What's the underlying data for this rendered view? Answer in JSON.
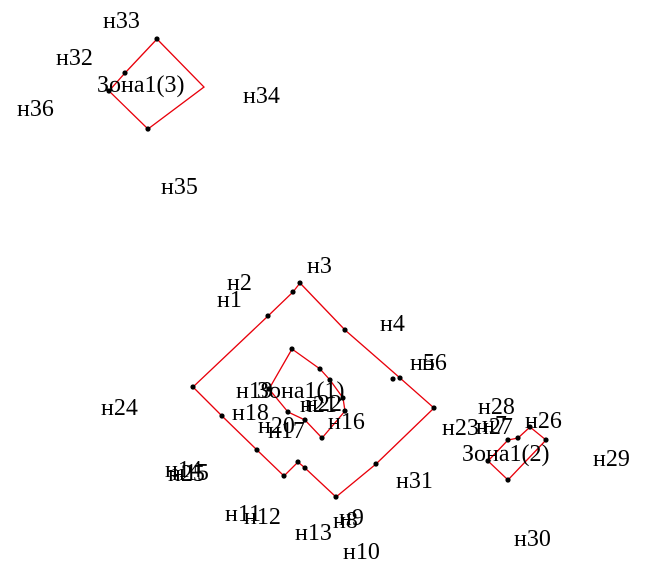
{
  "colors": {
    "boundary": "#e8000b",
    "point": "#000000",
    "text": "#000000"
  },
  "zones": [
    {
      "id": "zone-top",
      "label": "Зона1(3)",
      "points": [
        [
          "н33"
        ],
        [
          "н34"
        ],
        [
          "н35"
        ],
        [
          "н36"
        ]
      ]
    },
    {
      "id": "zone-main",
      "label": "Зона1(1)"
    },
    {
      "id": "zone-right",
      "label": "Зона1(2)"
    }
  ],
  "point_labels": [
    "н1",
    "н2",
    "н3",
    "н4",
    "н5",
    "н6",
    "н7",
    "н8",
    "н9",
    "н10",
    "н11",
    "н12",
    "н13",
    "н14",
    "н15",
    "н16",
    "н17",
    "н18",
    "н19",
    "н20",
    "н21",
    "н22",
    "н23",
    "н24",
    "н25",
    "н26",
    "н27",
    "н28",
    "н29",
    "н30",
    "н31",
    "н32",
    "н33",
    "н34",
    "н35",
    "н36"
  ]
}
